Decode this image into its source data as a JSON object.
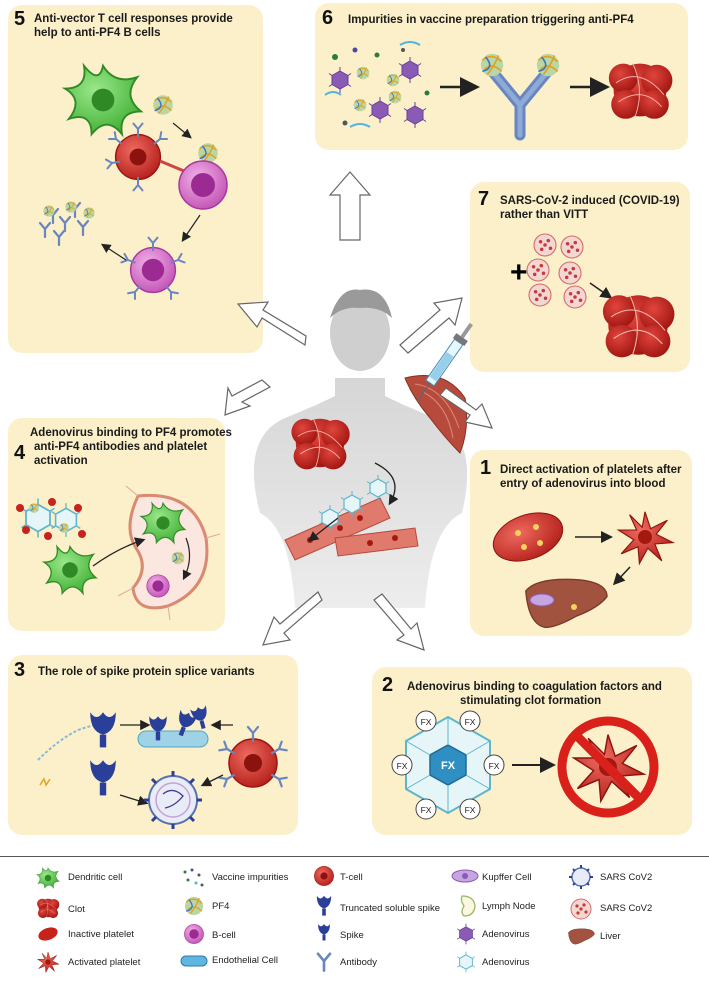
{
  "panels": [
    {
      "num": "5",
      "title_lines": [
        "Anti-vector T cell responses provide",
        "help to anti-PF4 B cells"
      ]
    },
    {
      "num": "6",
      "title_lines": [
        "Impurities in vaccine preparation triggering anti-PF4"
      ]
    },
    {
      "num": "7",
      "title_lines": [
        "SARS-CoV-2 induced (COVID-19)",
        "rather than VITT"
      ]
    },
    {
      "num": "4",
      "title_lines": [
        "Adenovirus binding to PF4 promotes",
        "anti-PF4 antibodies and platelet",
        "activation"
      ]
    },
    {
      "num": "1",
      "title_lines": [
        "Direct activation of platelets after",
        "entry of adenovirus into blood"
      ]
    },
    {
      "num": "3",
      "title_lines": [
        "The role of spike protein splice variants"
      ]
    },
    {
      "num": "2",
      "title_lines": [
        "Adenovirus binding to coagulation factors and",
        "stimulating clot formation"
      ]
    }
  ],
  "plus_sign": "+",
  "fx_labels": [
    "FX",
    "FX",
    "FX",
    "FX",
    "FX",
    "FX",
    "FX"
  ],
  "legend": [
    {
      "icon": "dendritic-cell",
      "label": "Dendritic cell"
    },
    {
      "icon": "clot",
      "label": "Clot"
    },
    {
      "icon": "inactive-platelet",
      "label": "Inactive platelet"
    },
    {
      "icon": "activated-platelet",
      "label": "Activated platelet"
    },
    {
      "icon": "vaccine-impurities",
      "label": "Vaccine impurities"
    },
    {
      "icon": "pf4",
      "label": "PF4"
    },
    {
      "icon": "b-cell",
      "label": "B-cell"
    },
    {
      "icon": "endothelial-cell",
      "label": "Endothelial Cell"
    },
    {
      "icon": "t-cell",
      "label": "T-cell"
    },
    {
      "icon": "truncated-soluble-spike",
      "label": "Truncated soluble spike"
    },
    {
      "icon": "spike",
      "label": "Spike"
    },
    {
      "icon": "antibody",
      "label": "Antibody"
    },
    {
      "icon": "kupffer-cell",
      "label": "Kupffer Cell"
    },
    {
      "icon": "lymph-node",
      "label": "Lymph Node"
    },
    {
      "icon": "adenovirus-purple",
      "label": "Adenovirus"
    },
    {
      "icon": "adenovirus-outline",
      "label": "Adenovirus"
    },
    {
      "icon": "sars-cov2-blue",
      "label": "SARS CoV2"
    },
    {
      "icon": "sars-cov2-red",
      "label": "SARS CoV2"
    },
    {
      "icon": "liver",
      "label": "Liver"
    }
  ],
  "colors": {
    "panel_bg": "#fbf0c9",
    "clot": "#c0201c",
    "dendritic": "#5cc84a",
    "bcell": "#d25fc4",
    "tcell": "#d9342f",
    "spike": "#2a3f9a",
    "platelet": "#c8221c",
    "liver": "#9a4a3a"
  }
}
